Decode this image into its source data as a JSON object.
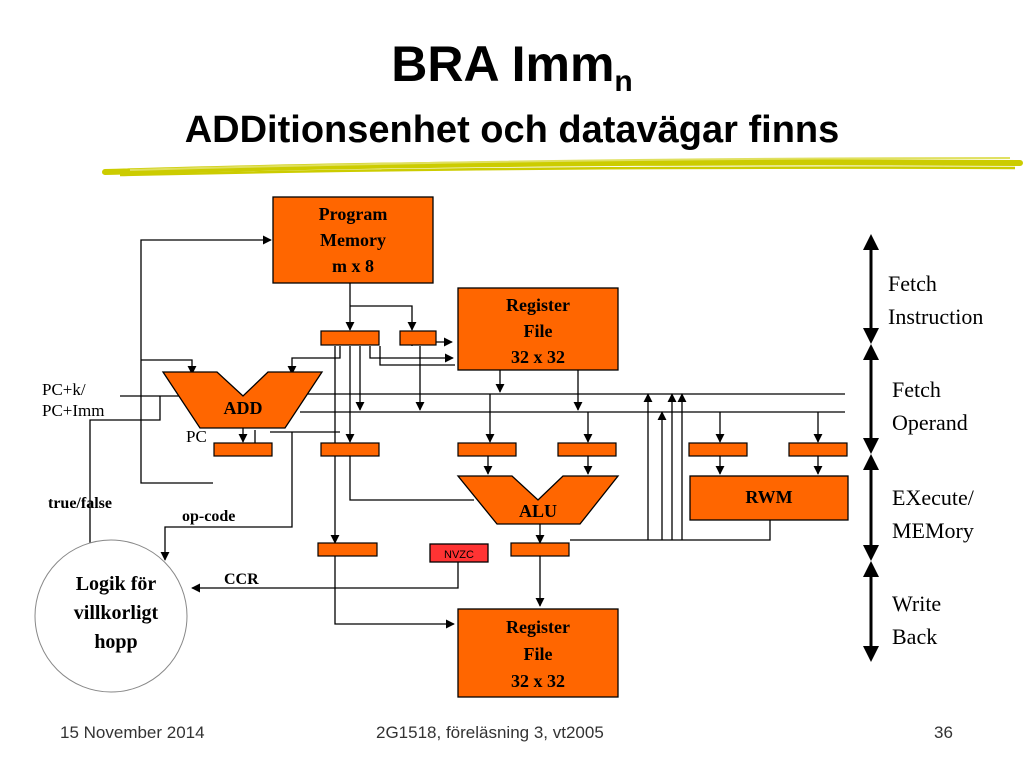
{
  "title": {
    "main": "BRA Imm",
    "sub": "n",
    "line2": "ADDitionsenhet och datavägar finns"
  },
  "blocks": {
    "program_memory": [
      "Program",
      "Memory",
      "m x 8"
    ],
    "register_file_top": [
      "Register",
      "File",
      "32 x 32"
    ],
    "register_file_bottom": [
      "Register",
      "File",
      "32 x 32"
    ],
    "rwm": "RWM",
    "add": "ADD",
    "alu": "ALU",
    "nvzc": "NVZC",
    "logic": [
      "Logik för",
      "villkorligt",
      "hopp"
    ]
  },
  "signals": {
    "pck": "PC+k/",
    "pcimm": "PC+Imm",
    "pc": "PC",
    "truefalse": "true/false",
    "opcode": "op-code",
    "ccr": "CCR"
  },
  "stages": [
    [
      "Fetch",
      "Instruction"
    ],
    [
      "Fetch",
      "Operand"
    ],
    [
      "EXecute/",
      "MEMory"
    ],
    [
      "Write",
      "Back"
    ]
  ],
  "footer": {
    "date": "15 November 2014",
    "course": "2G1518, föreläsning 3, vt2005",
    "page": "36"
  },
  "colors": {
    "block": "#FF6600",
    "nvzc": "#FF3333",
    "accent_line": "#CCCC00"
  }
}
